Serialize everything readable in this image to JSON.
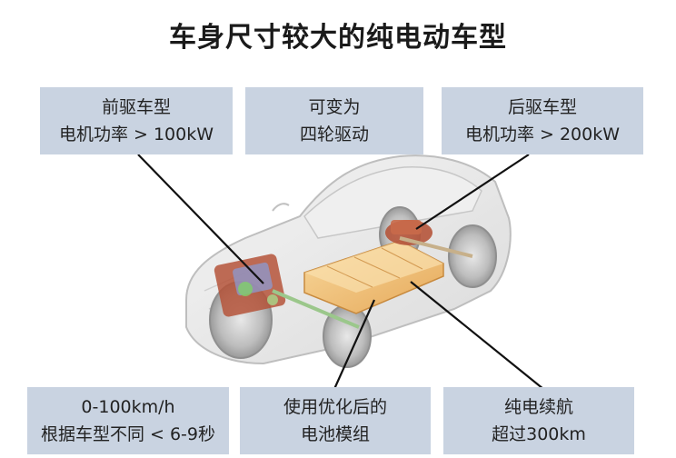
{
  "title": "车身尺寸较大的纯电动车型",
  "callouts": {
    "front_drive": {
      "line1": "前驱车型",
      "line2": "电机功率 > 100kW"
    },
    "awd": {
      "line1": "可变为",
      "line2": "四轮驱动"
    },
    "rear_drive": {
      "line1": "后驱车型",
      "line2": "电机功率 > 200kW"
    },
    "acceleration": {
      "line1": "0-100km/h",
      "line2": "根据车型不同 < 6-9秒"
    },
    "battery": {
      "line1": "使用优化后的",
      "line2": "电池模组"
    },
    "range": {
      "line1": "纯电续航",
      "line2": "超过300km"
    }
  },
  "colors": {
    "callout_bg": "#c9d3e1",
    "battery": "#f0c27a",
    "motor": "#b5543a",
    "leader_line": "#111111"
  }
}
